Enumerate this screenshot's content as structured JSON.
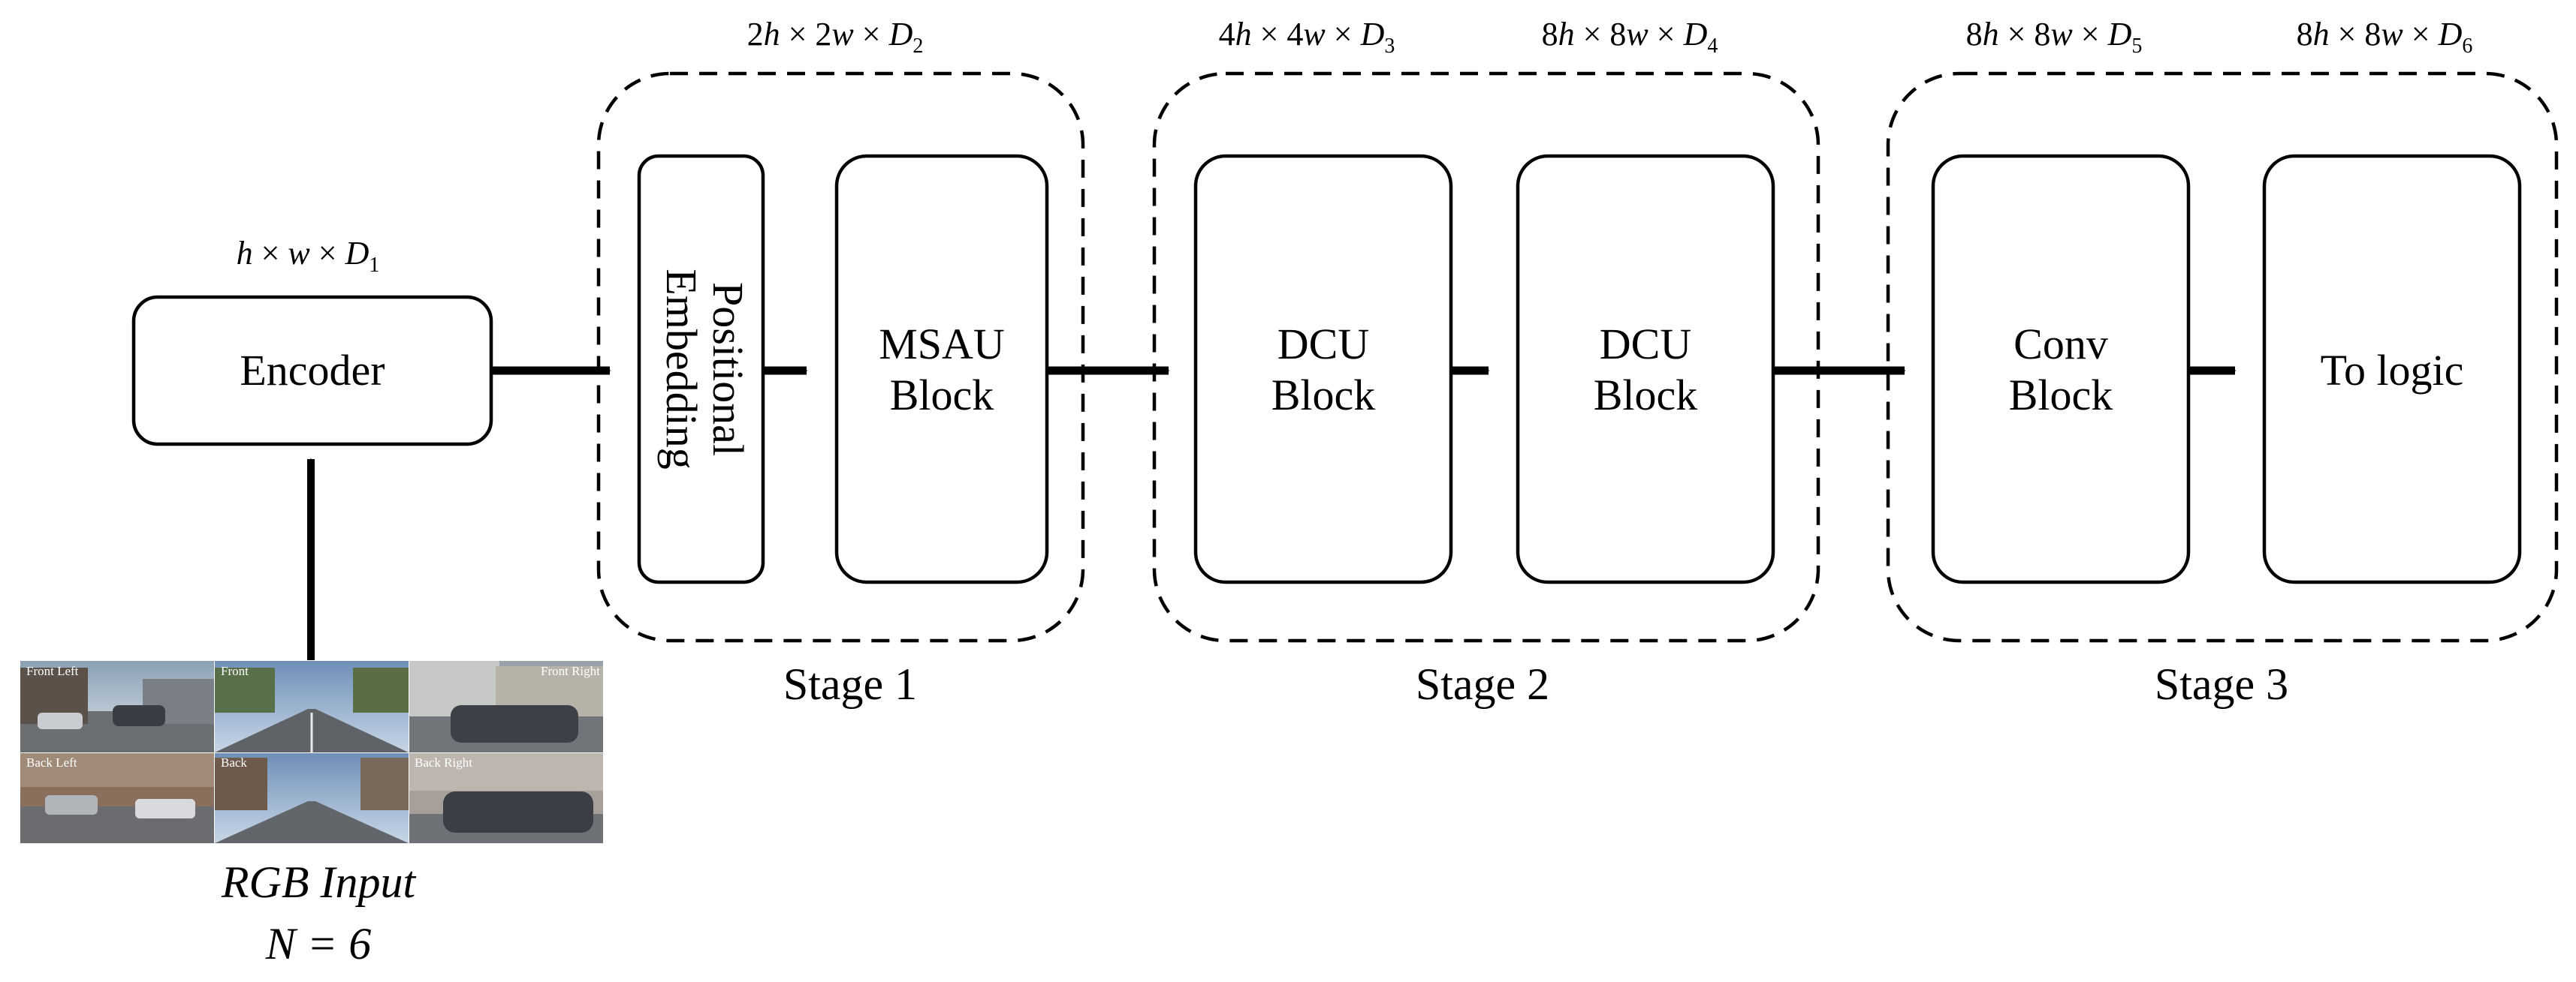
{
  "encoder": {
    "label": "Encoder",
    "dim": {
      "a": "h",
      "b": "w",
      "D": "D",
      "sub": "1"
    }
  },
  "stage1": {
    "label": "Stage 1",
    "dim": {
      "pa": "2",
      "a": "h",
      "pb": "2",
      "b": "w",
      "D": "D",
      "sub": "2"
    },
    "pos_line1": "Positional",
    "pos_line2": "Embedding",
    "msau_line1": "MSAU",
    "msau_line2": "Block"
  },
  "stage2": {
    "label": "Stage 2",
    "dim1": {
      "pa": "4",
      "a": "h",
      "pb": "4",
      "b": "w",
      "D": "D",
      "sub": "3"
    },
    "dim2": {
      "pa": "8",
      "a": "h",
      "pb": "8",
      "b": "w",
      "D": "D",
      "sub": "4"
    },
    "dcu1_line1": "DCU",
    "dcu1_line2": "Block",
    "dcu2_line1": "DCU",
    "dcu2_line2": "Block"
  },
  "stage3": {
    "label": "Stage 3",
    "dim1": {
      "pa": "8",
      "a": "h",
      "pb": "8",
      "b": "w",
      "D": "D",
      "sub": "5"
    },
    "dim2": {
      "pa": "8",
      "a": "h",
      "pb": "8",
      "b": "w",
      "D": "D",
      "sub": "6"
    },
    "conv_line1": "Conv",
    "conv_line2": "Block",
    "logic_label": "To logic"
  },
  "rgb_input": {
    "line1": "RGB Input",
    "line2": "N = 6",
    "cameras": [
      "Front Left",
      "Front",
      "Front Right",
      "Back Left",
      "Back",
      "Back Right"
    ]
  },
  "times_symbol": "×",
  "colors": {
    "stroke": "#000000",
    "background": "#ffffff"
  }
}
